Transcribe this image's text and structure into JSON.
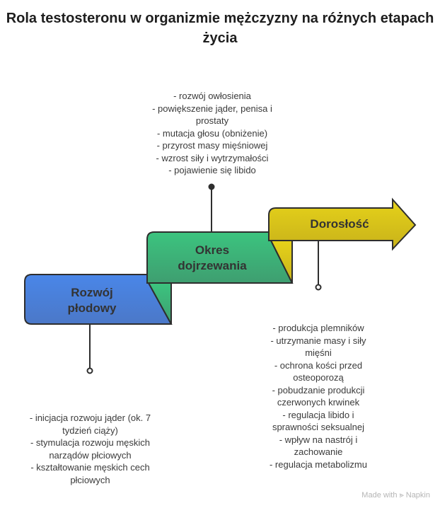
{
  "title": "Rola testosteronu w organizmie mężczyzny na różnych etapach życia",
  "stages": [
    {
      "label_lines": [
        "Rozwój",
        "płodowy"
      ],
      "color": "#4a80e0",
      "items": [
        "- inicjacja rozwoju jąder (ok. 7",
        "tydzień ciąży)",
        "- stymulacja rozwoju męskich",
        "narządów płciowych",
        "- kształtowanie męskich cech",
        "płciowych"
      ]
    },
    {
      "label_lines": [
        "Okres",
        "dojrzewania"
      ],
      "color": "#3cbf7c",
      "items": [
        "- rozwój owłosienia",
        "- powiększenie jąder, penisa i",
        "prostaty",
        "- mutacja głosu (obniżenie)",
        "- przyrost masy mięśniowej",
        "- wzrost siły i wytrzymałości",
        "- pojawienie się libido"
      ]
    },
    {
      "label_lines": [
        "Dorosłość"
      ],
      "color": "#e2cc18",
      "items": [
        "- produkcja plemników",
        "- utrzymanie masy i siły",
        "mięśni",
        "- ochrona kości przed",
        "osteoporozą",
        "- pobudzanie produkcji",
        "czerwonych krwinek",
        "- regulacja libido i",
        "sprawności seksualnej",
        "- wpływ na nastrój i",
        "zachowanie",
        "- regulacja metabolizmu"
      ]
    }
  ],
  "footer": "Made with ⪢ Napkin"
}
